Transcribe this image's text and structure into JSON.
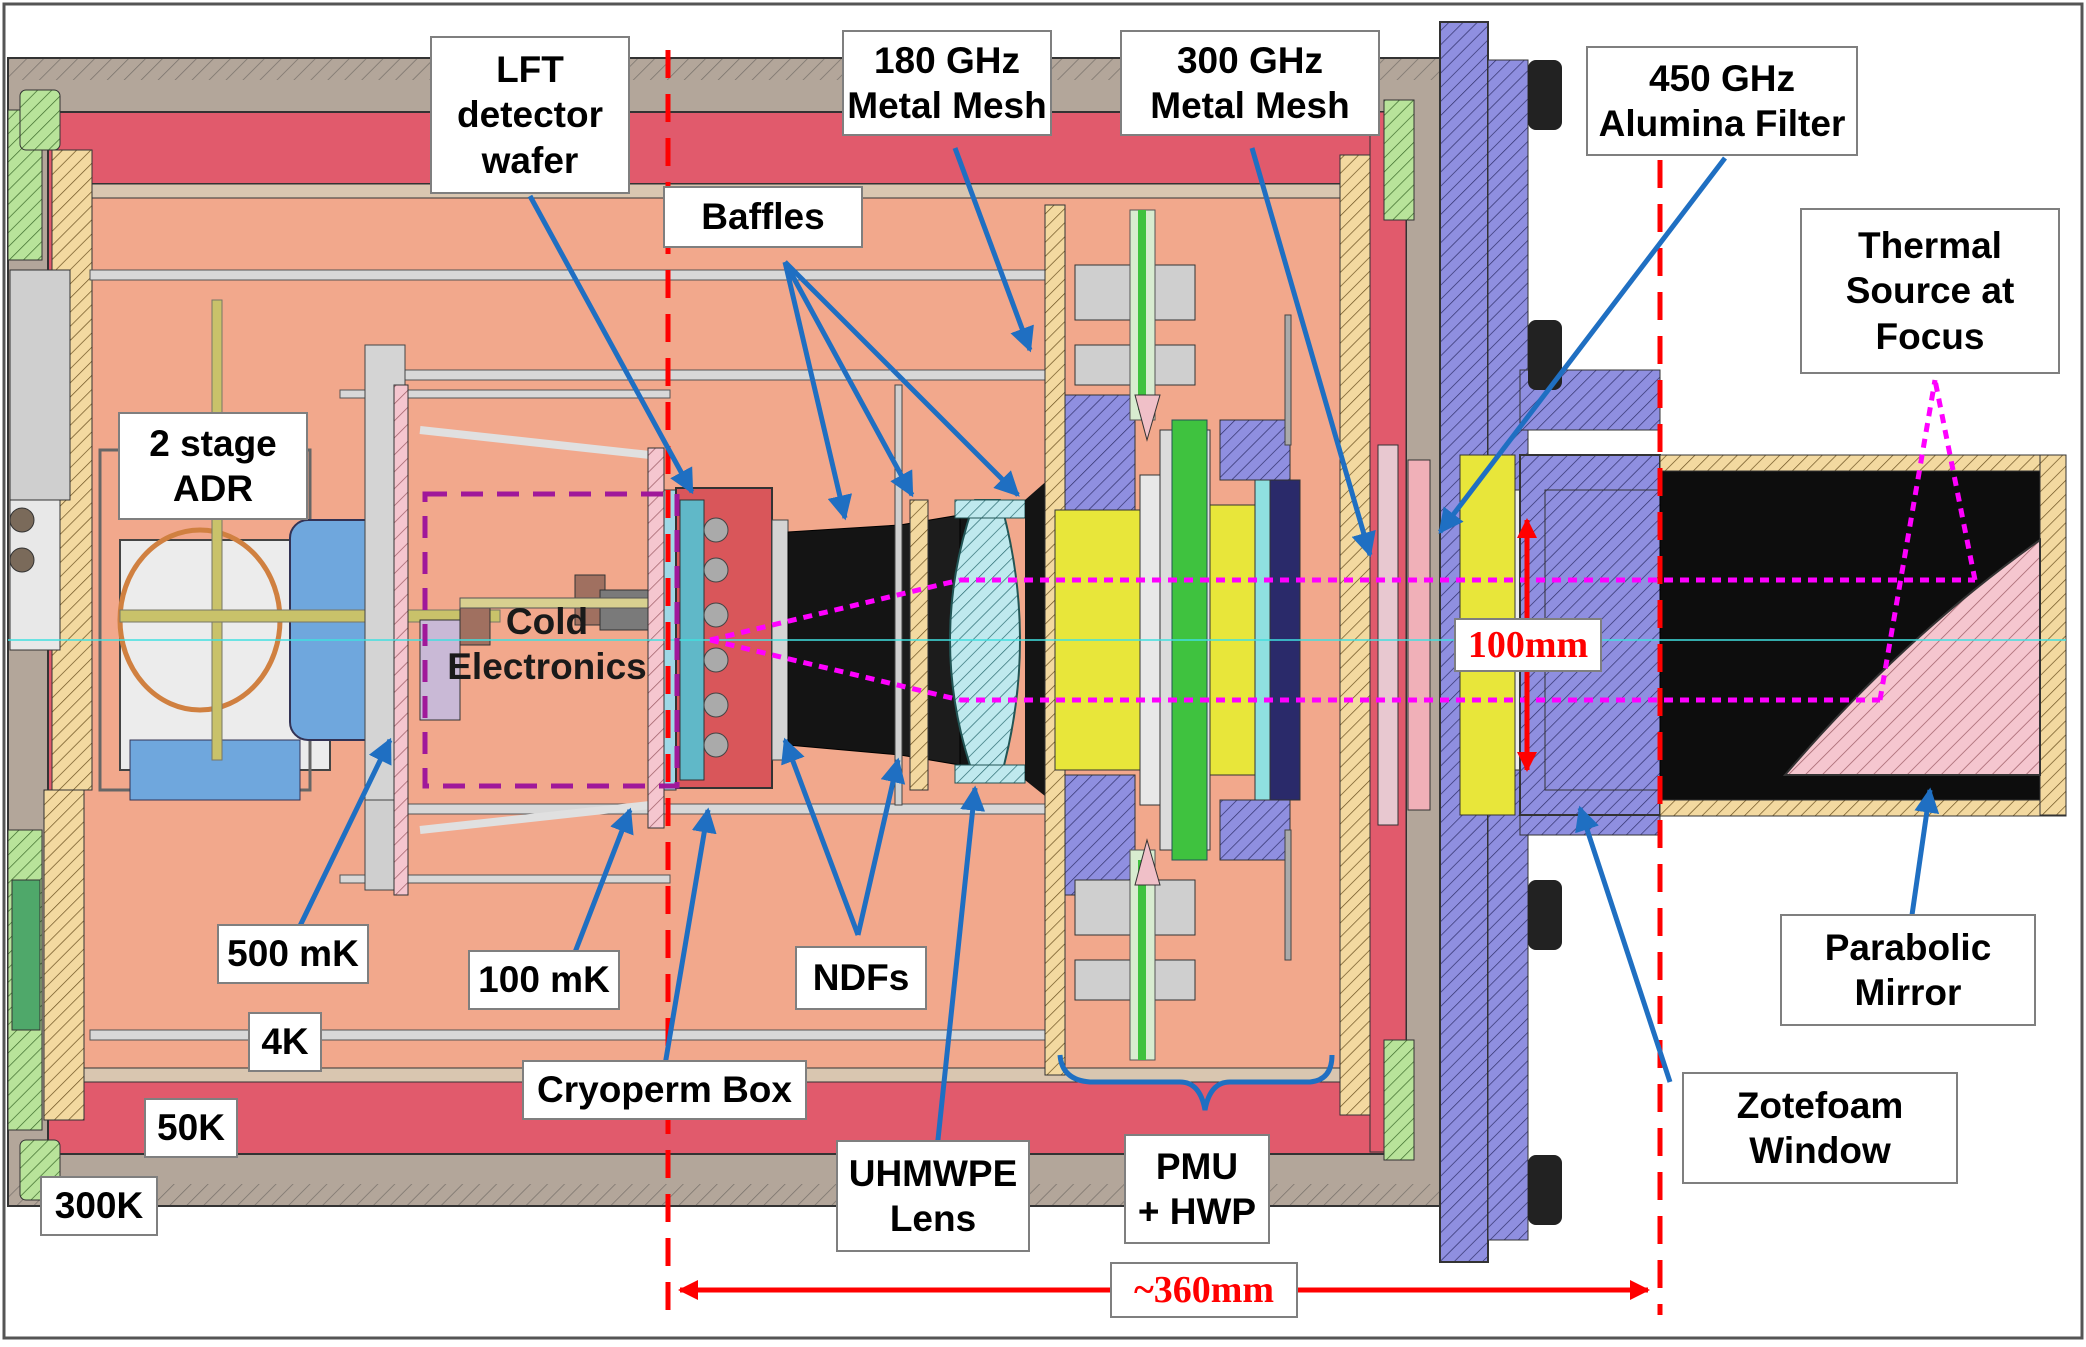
{
  "colors": {
    "outer_shell": "#b3a69a",
    "shield_50k": "#e15a6c",
    "shield_4k": "#f2a88c",
    "green_flange": "#b8e39a",
    "blue_parts": "#8f8fe0",
    "yellow_parts": "#e8e63a",
    "pmu_green": "#3fc23f",
    "annotation_arrow": "#1f6fc2",
    "dimension_red": "#ff0000",
    "beam_magenta": "#ff00ff",
    "optical_axis": "#40e0e0"
  },
  "labels": {
    "lft_detector_wafer": "LFT\ndetector\nwafer",
    "baffles": "Baffles",
    "metal_mesh_180": "180 GHz\nMetal Mesh",
    "metal_mesh_300": "300 GHz\nMetal Mesh",
    "alumina_filter_450": "450 GHz\nAlumina Filter",
    "thermal_source": "Thermal\nSource at\nFocus",
    "adr": "2 stage\nADR",
    "cold_electronics": "Cold\nElectronics",
    "aperture_100mm": "100mm",
    "stage_500mk": "500 mK",
    "stage_100mk": "100 mK",
    "ndfs": "NDFs",
    "stage_4k": "4K",
    "stage_50k": "50K",
    "stage_300k": "300K",
    "cryoperm_box": "Cryoperm Box",
    "uhmwpe_lens": "UHMWPE\nLens",
    "pmu_hwp": "PMU\n+ HWP",
    "length_360mm": "~360mm",
    "parabolic_mirror": "Parabolic\nMirror",
    "zotefoam_window": "Zotefoam\nWindow"
  }
}
